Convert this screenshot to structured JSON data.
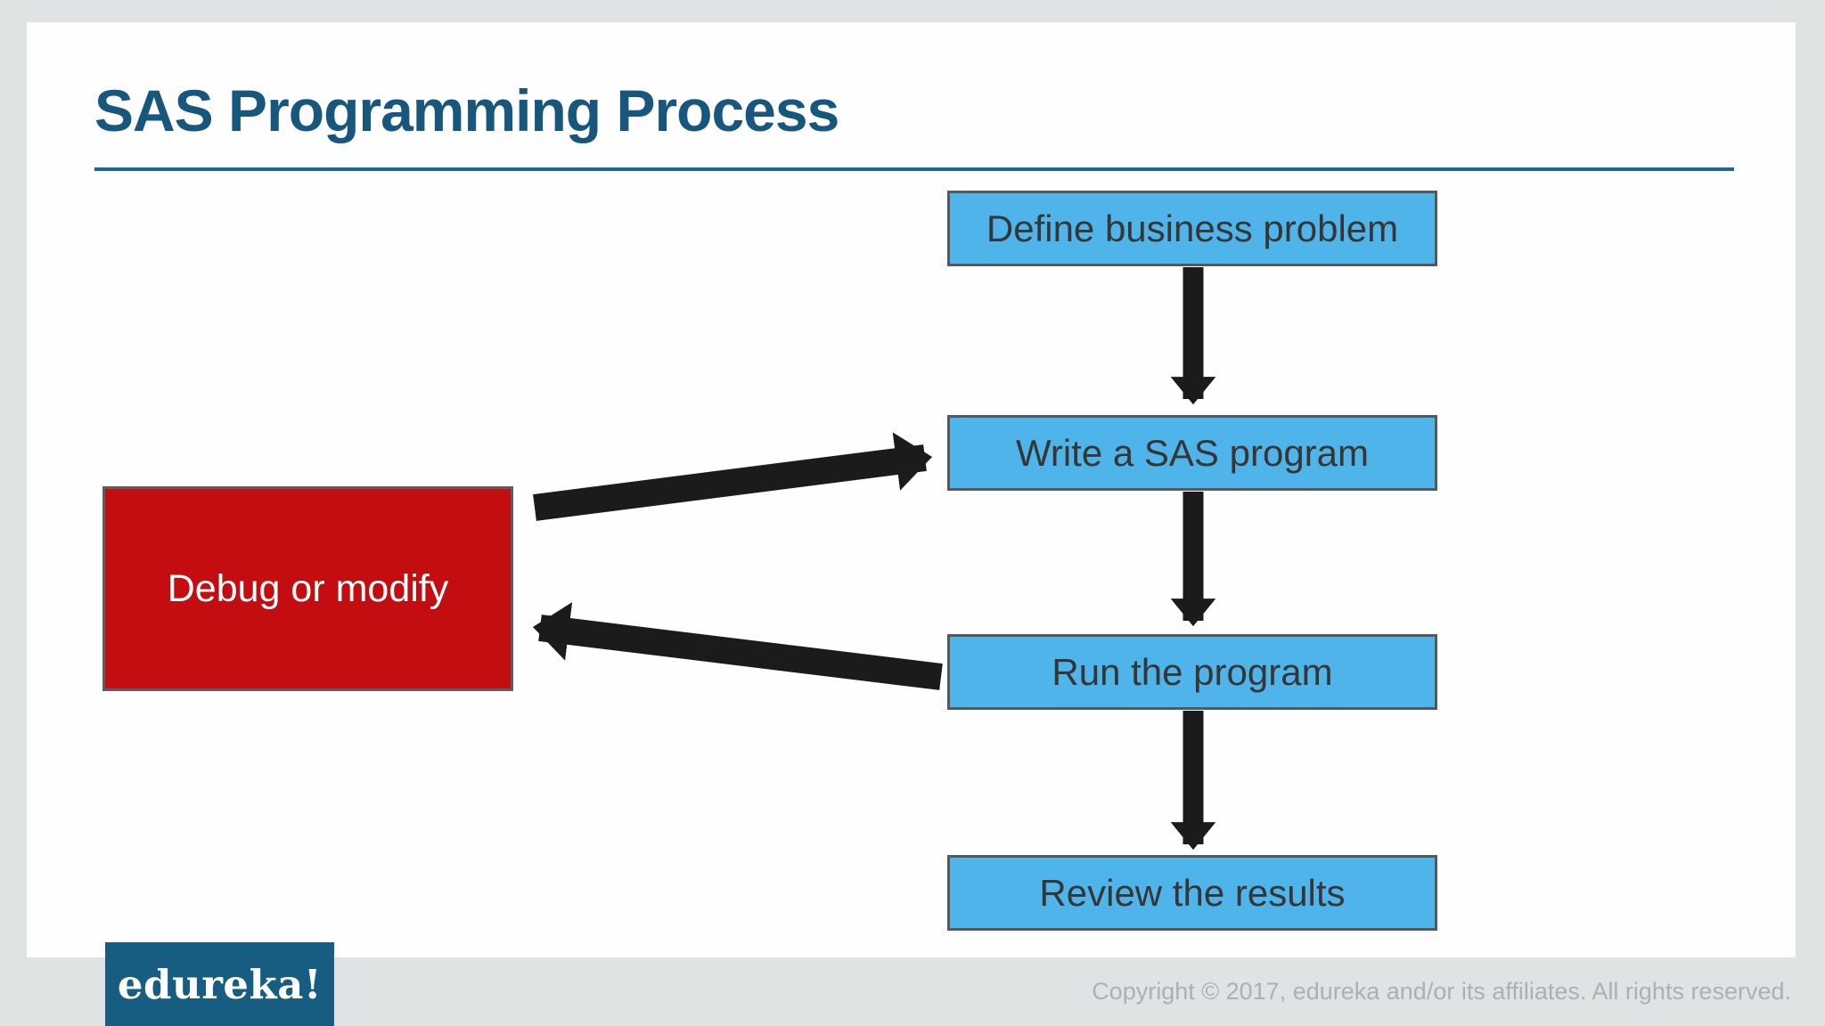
{
  "slide": {
    "title": "SAS Programming Process"
  },
  "flowchart": {
    "steps": [
      {
        "id": "define",
        "label": "Define business problem"
      },
      {
        "id": "write",
        "label": "Write a SAS program"
      },
      {
        "id": "run",
        "label": "Run the program"
      },
      {
        "id": "review",
        "label": "Review the results"
      }
    ],
    "side_step": {
      "id": "debug",
      "label": "Debug or modify"
    },
    "arrows": [
      {
        "from": "define",
        "to": "write"
      },
      {
        "from": "write",
        "to": "run"
      },
      {
        "from": "run",
        "to": "review"
      },
      {
        "from": "debug",
        "to": "write"
      },
      {
        "from": "run",
        "to": "debug"
      }
    ],
    "colors": {
      "step_fill": "#4fb4e9",
      "step_border": "#545a5c",
      "step_text": "#363636",
      "side_fill": "#c30d10",
      "side_text": "#ffffff",
      "arrow": "#1b1b1b"
    }
  },
  "footer": {
    "logo_text": "edureka!",
    "copyright": "Copyright © 2017, edureka and/or its affiliates. All rights reserved."
  },
  "theme": {
    "page_background": "#dfe3e3",
    "slide_background": "#fefefe",
    "title_color": "#17567d",
    "rule_color": "#1d6899",
    "logo_background": "#175d82",
    "copyright_color": "#a9b1b5"
  }
}
